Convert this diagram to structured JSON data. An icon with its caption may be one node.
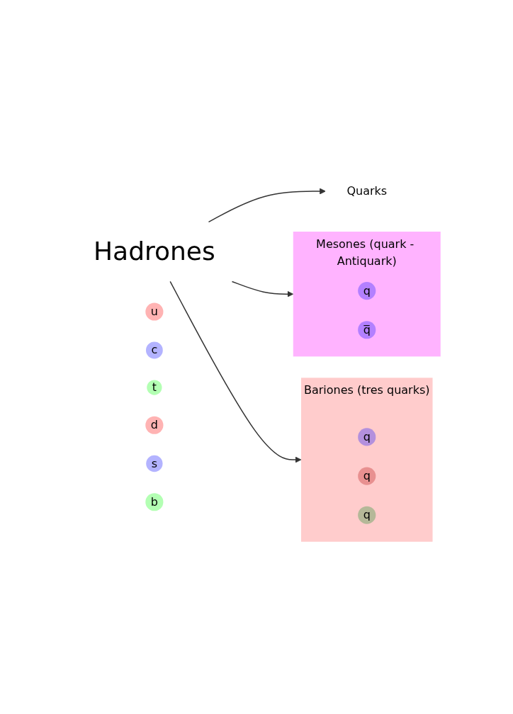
{
  "diagram": {
    "nodes": [
      {
        "text": [
          "Hadrones"
        ]
      },
      {
        "text": [
          "Quarks"
        ]
      },
      {
        "text": [
          "u"
        ]
      },
      {
        "text": [
          "c"
        ]
      },
      {
        "text": [
          "t"
        ]
      },
      {
        "text": [
          "d"
        ]
      },
      {
        "text": [
          "s"
        ]
      },
      {
        "text": [
          "b"
        ]
      },
      {
        "text": [
          "Mesones (quark - Antiquark)"
        ]
      },
      {
        "text": [
          "q"
        ],
        "in": 8
      },
      {
        "text": [
          "q̅"
        ],
        "in": 8
      },
      {
        "text": [
          "Bariones (tres quarks)"
        ]
      },
      {
        "text": [
          "q"
        ],
        "in": 11
      },
      {
        "text": [
          "q"
        ],
        "in": 11
      },
      {
        "text": [
          "q"
        ],
        "in": 11
      }
    ],
    "edges": [
      {
        "from": 0,
        "to": 1,
        "arrow": "to"
      },
      {
        "from": 0,
        "to": 8,
        "arrow": "to"
      },
      {
        "from": 0,
        "to": 11,
        "arrow": "to"
      }
    ]
  }
}
